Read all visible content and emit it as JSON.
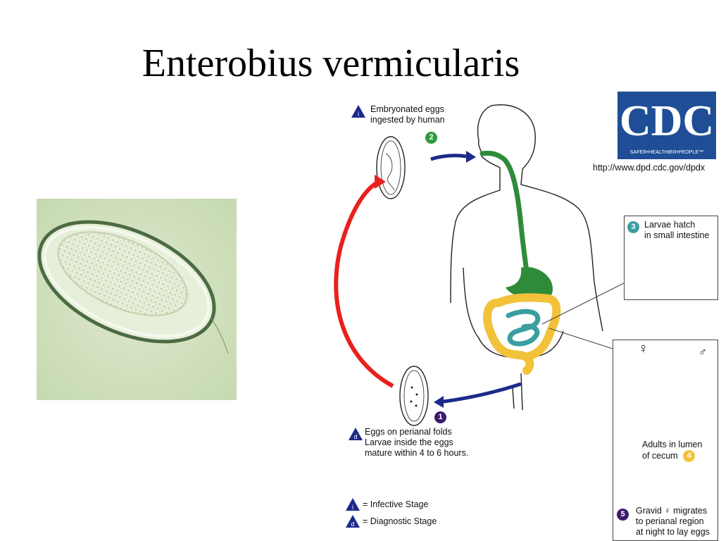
{
  "slide": {
    "title": "Enterobius vermicularis"
  },
  "cdc": {
    "logo_text": "CDC",
    "tagline": "SAFER•HEALTHIER•PEOPLE™",
    "url": "http://www.dpd.cdc.gov/dpdx"
  },
  "lifecycle": {
    "stage_i": {
      "line1": "Embryonated eggs",
      "line2": "ingested by human",
      "number": "2",
      "marker": "i"
    },
    "stage_3": {
      "number": "3",
      "line1": "Larvae hatch",
      "line2": "in small intestine"
    },
    "stage_4": {
      "number": "4",
      "line1": "Adults in lumen",
      "line2": "of cecum"
    },
    "stage_5": {
      "number": "5",
      "line1": "Gravid ♀ migrates",
      "line2": "to perianal region",
      "line3": "at night to lay eggs"
    },
    "stage_d": {
      "number": "1",
      "marker": "d",
      "line1": "Eggs on perianal folds",
      "line2": "Larvae inside the eggs",
      "line3": "mature within 4 to 6 hours."
    },
    "female_symbol": "♀",
    "male_symbol": "♂"
  },
  "legend": [
    {
      "marker": "i",
      "text": "= Infective Stage"
    },
    {
      "marker": "d",
      "text": "= Diagnostic Stage"
    }
  ],
  "colors": {
    "digestive_tract": "#2e8b3a",
    "colon": "#f2c23a",
    "small_intestine": "#3a9ea0",
    "cycle_arrow_red": "#e8211d",
    "arrow_blue": "#1b2a8a",
    "badge_green": "#2e9b3e",
    "badge_teal": "#3a9ea0",
    "badge_yellow": "#f2c23a",
    "badge_purple": "#3d1a6e",
    "cdc_blue": "#1f4e96"
  },
  "icons": {
    "photo": "pinworm-egg-micrograph",
    "infective_marker": "blue-triangle-i-icon",
    "diagnostic_marker": "blue-triangle-d-icon"
  }
}
